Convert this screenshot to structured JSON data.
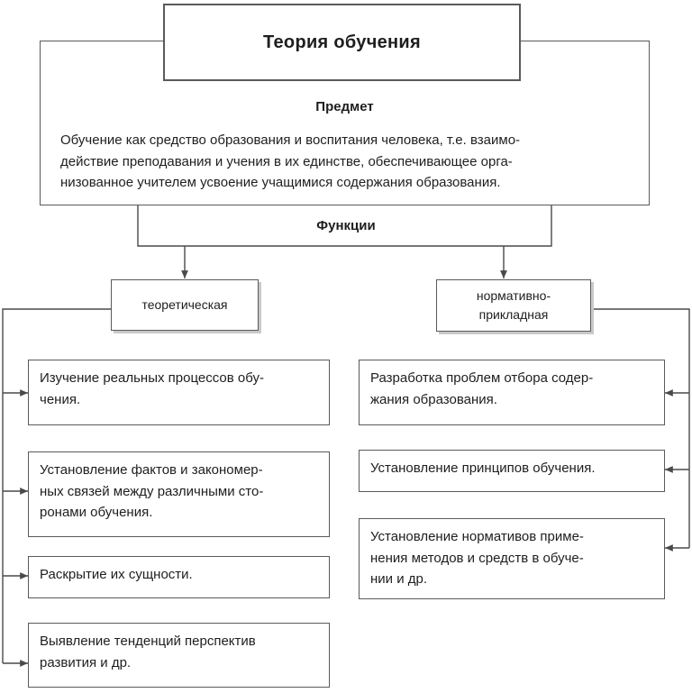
{
  "title": "Теория обучения",
  "subject": {
    "heading": "Предмет",
    "lines": [
      "Обучение как средство образования и воспитания человека, т.е. взаимо-",
      "действие преподавания и учения в их единстве, обеспечивающее орга-",
      "низованное учителем усвоение учащимися содержания образования."
    ]
  },
  "functions": {
    "heading": "Функции",
    "theoretical": {
      "label": "теоретическая",
      "items": [
        [
          "Изучение реальных процессов обу-",
          "чения."
        ],
        [
          "Установление фактов и закономер-",
          "ных связей между различными сто-",
          "ронами обучения."
        ],
        [
          "Раскрытие их сущности."
        ],
        [
          "Выявление тенденций перспектив",
          "развития и др."
        ]
      ]
    },
    "normative": {
      "label": [
        "нормативно-",
        "прикладная"
      ],
      "items": [
        [
          "Разработка проблем отбора содер-",
          "жания образования."
        ],
        [
          "Установление принципов обучения."
        ],
        [
          "Установление нормативов приме-",
          "нения методов и средств в обуче-",
          "нии и др."
        ]
      ]
    }
  }
}
